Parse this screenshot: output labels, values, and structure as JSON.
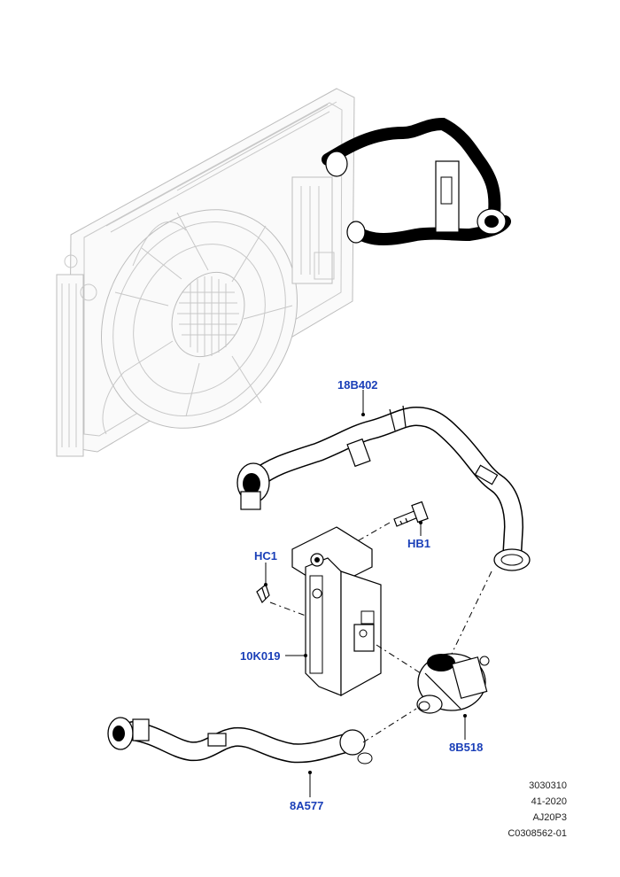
{
  "callouts": {
    "hose_upper": "18B402",
    "bolt": "HB1",
    "clip": "HC1",
    "bracket": "10K019",
    "pump": "8B518",
    "hose_lower": "8A577"
  },
  "reference": {
    "line1": "3030310",
    "line2": "41-2020",
    "line3": "AJ20P3",
    "line4": "C0308562-01"
  },
  "colors": {
    "callout": "#1a3fb8",
    "linework": "#000000",
    "context": "#c8c8c8"
  }
}
